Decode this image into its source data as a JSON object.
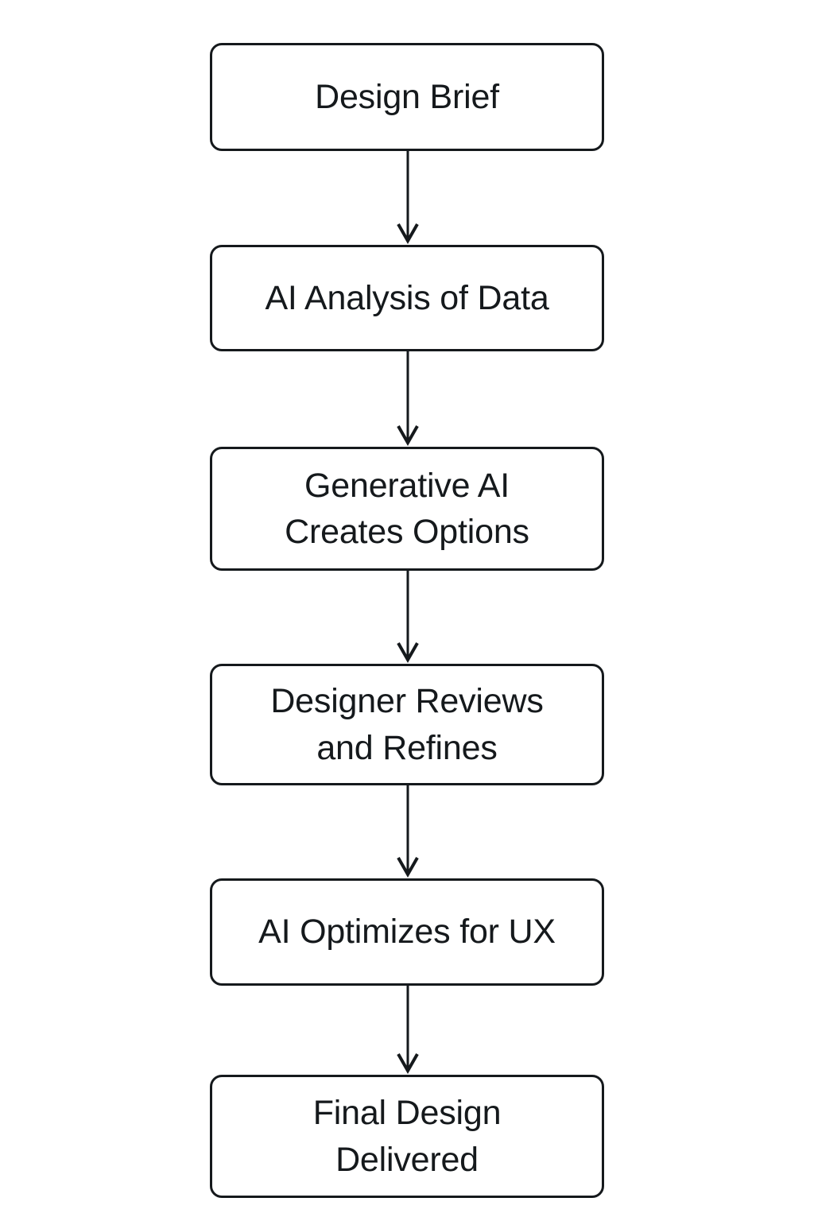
{
  "diagram": {
    "type": "flowchart",
    "orientation": "vertical-top-down",
    "background_color": "#ffffff",
    "node_border_color": "#15191c",
    "node_fill_color": "#ffffff",
    "edge_color": "#15191c",
    "nodes": [
      {
        "id": "design-brief",
        "label": "Design Brief"
      },
      {
        "id": "ai-analysis",
        "label": "AI Analysis of Data"
      },
      {
        "id": "generative-options",
        "label": "Generative AI\nCreates Options"
      },
      {
        "id": "designer-review",
        "label": "Designer Reviews\nand Refines"
      },
      {
        "id": "ai-optimize-ux",
        "label": "AI Optimizes for UX"
      },
      {
        "id": "final-design",
        "label": "Final Design\nDelivered"
      }
    ],
    "edges": [
      {
        "from": "design-brief",
        "to": "ai-analysis",
        "arrow": "down-arrow"
      },
      {
        "from": "ai-analysis",
        "to": "generative-options",
        "arrow": "down-arrow"
      },
      {
        "from": "generative-options",
        "to": "designer-review",
        "arrow": "down-arrow"
      },
      {
        "from": "designer-review",
        "to": "ai-optimize-ux",
        "arrow": "down-arrow"
      },
      {
        "from": "ai-optimize-ux",
        "to": "final-design",
        "arrow": "down-arrow"
      }
    ]
  }
}
